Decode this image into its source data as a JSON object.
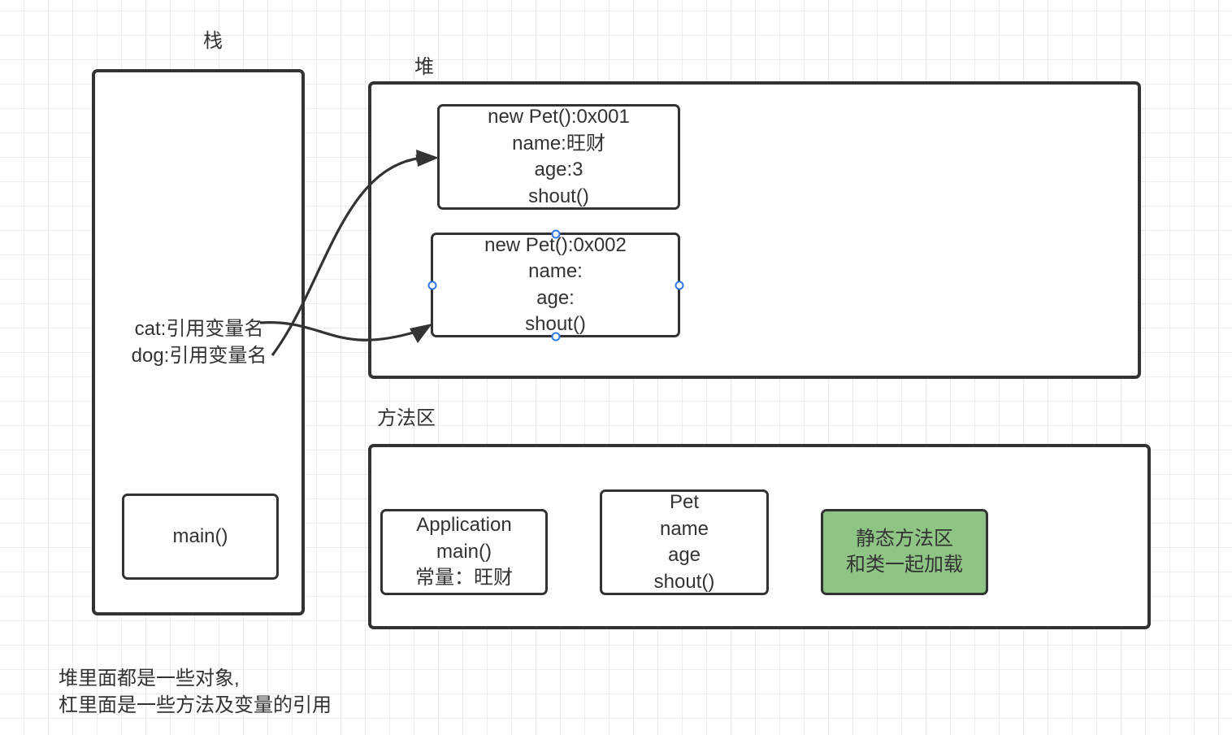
{
  "stack": {
    "title": "栈",
    "refs": [
      "cat:引用变量名",
      "dog:引用变量名"
    ],
    "main_frame": "main()"
  },
  "heap": {
    "title": "堆",
    "objects": [
      {
        "lines": [
          "new Pet():0x001",
          "name:旺财",
          "age:3",
          "shout()"
        ]
      },
      {
        "lines": [
          "new Pet():0x002",
          "name:",
          "age:",
          "shout()"
        ]
      }
    ]
  },
  "method_area": {
    "title": "方法区",
    "classes": [
      {
        "lines": [
          "Application",
          "main()",
          "常量：旺财"
        ]
      },
      {
        "lines": [
          "Pet",
          "name",
          "age",
          "shout()"
        ]
      }
    ],
    "static_area": {
      "lines": [
        "静态方法区",
        "和类一起加载"
      ],
      "color": "#8fc584"
    }
  },
  "note": {
    "lines": [
      "堆里面都是一些对象,",
      "杠里面是一些方法及变量的引用"
    ]
  },
  "colors": {
    "stroke": "#333333",
    "handle": "#2f7ae5",
    "grid": "#ececec"
  }
}
